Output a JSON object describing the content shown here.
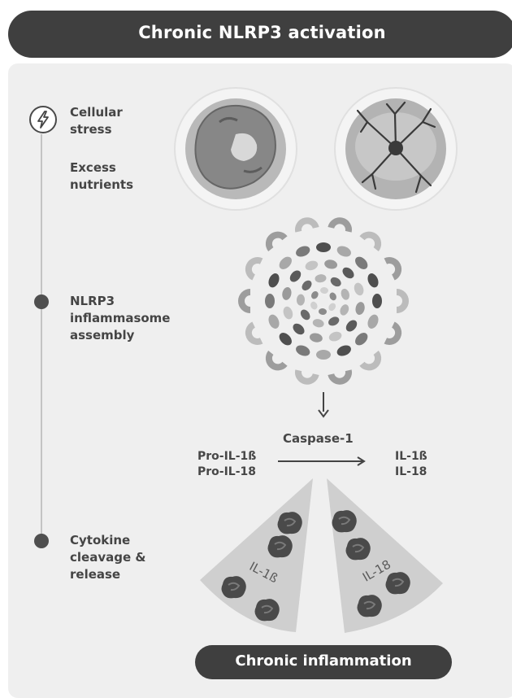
{
  "title": "Chronic NLRP3 activation",
  "steps": {
    "stress": [
      "Cellular",
      "stress"
    ],
    "nutrients": [
      "Excess",
      "nutrients"
    ],
    "assembly": [
      "NLRP3",
      "inflammasome",
      "assembly"
    ],
    "release": [
      "Cytokine",
      "cleavage &",
      "release"
    ]
  },
  "pathway": {
    "enzyme": "Caspase-1",
    "substrates": [
      "Pro-IL-1ß",
      "Pro-IL-18"
    ],
    "products": [
      "IL-1ß",
      "IL-18"
    ]
  },
  "cones": {
    "left": "IL-1ß",
    "right": "IL-18"
  },
  "outcome": "Chronic inflammation",
  "icons": [
    "lightning-icon",
    "liver-icon",
    "brain-neuron-icon",
    "inflammasome-icon"
  ],
  "colors": {
    "banner": "#3f3f3f",
    "panel": "#efefef",
    "dot": "#4f4f4f"
  }
}
